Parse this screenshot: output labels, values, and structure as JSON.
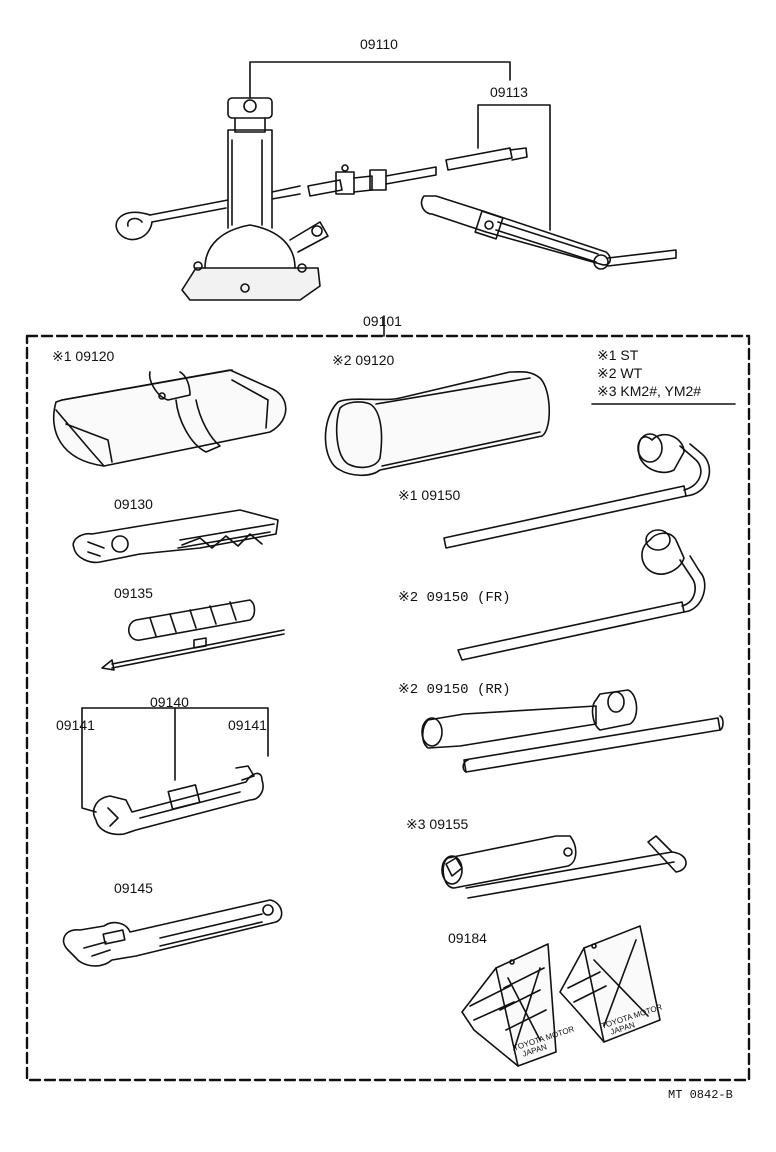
{
  "callouts": {
    "jack_assembly": "09110",
    "jack_handle": "09113",
    "tool_set": "09101",
    "tool_bag_st": "※1 09120",
    "tool_bag_wt": "※2 09120",
    "pliers": "09130",
    "screwdriver": "09135",
    "wrench_set": "09140",
    "wrench_left": "09141",
    "wrench_right": "09141",
    "adjustable_wrench": "09145",
    "lug_wrench_st": "※1 09150",
    "lug_wrench_fr": "※2 09150 (FR)",
    "lug_wrench_rr": "※2 09150 (RR)",
    "plug_wrench": "※3 09155",
    "wheel_chock": "09184"
  },
  "legend": [
    "※1 ST",
    "※2 WT",
    "※3 KM2#, YM2#"
  ],
  "chock_text": {
    "line1": "TOYOTA MOTOR",
    "line2": "JAPAN"
  },
  "figure_code": "MT 0842-B",
  "icons": [
    "jack-icon",
    "jack-handle-icon",
    "tool-bag-icon",
    "pliers-icon",
    "screwdriver-icon",
    "wrench-icon",
    "adjustable-wrench-icon",
    "lug-wrench-icon",
    "plug-wrench-icon",
    "wheel-chock-icon"
  ]
}
